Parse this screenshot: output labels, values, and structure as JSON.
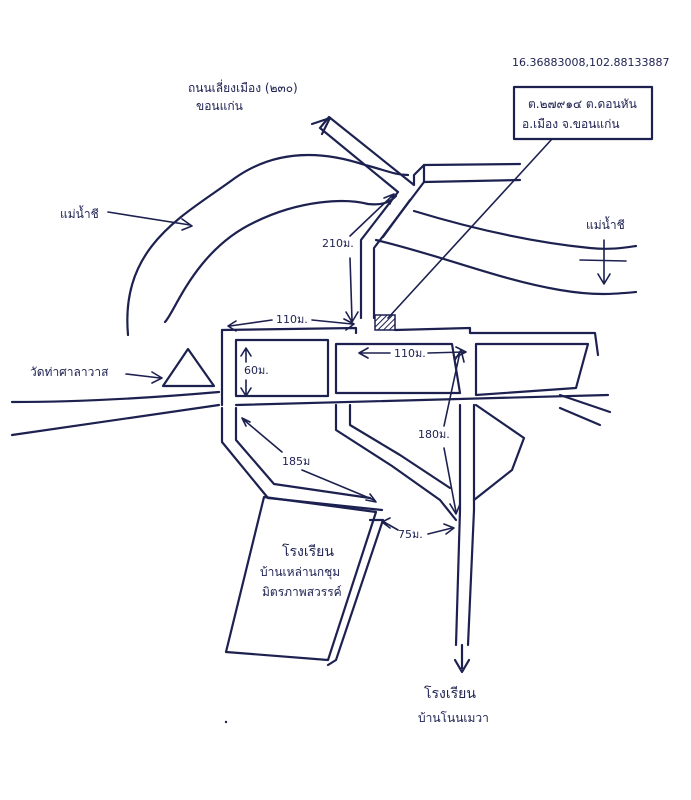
{
  "coordinates": "16.36883008,102.88133887",
  "landmarks": {
    "highway_label": "ถนนเลี่ยงเมือง (๒๓๐)",
    "highway_city": "ขอนแก่น",
    "site_address_line1": "ต.๒๗๙๑๔ ต.ดอนหัน",
    "site_address_line2": "อ.เมือง จ.ขอนแก่น",
    "river_left": "แม่น้ำชี",
    "river_right": "แม่น้ำชี",
    "temple": "วัดท่าศาลาวาส",
    "school1_line1": "โรงเรียน",
    "school1_line2": "บ้านเหล่านกชุม",
    "school1_line3": "มิตรภาพสวรรค์",
    "school2_line1": "โรงเรียน",
    "school2_line2": "บ้านโนนเมวา"
  },
  "distances": {
    "d210": "210ม.",
    "d110_left": "110ม.",
    "d110_right": "110ม.",
    "d60": "60ม.",
    "d185": "185ม",
    "d180": "180ม.",
    "d75": "75ม."
  },
  "colors": {
    "ink": "#1d2150",
    "paper": "#ffffff"
  }
}
